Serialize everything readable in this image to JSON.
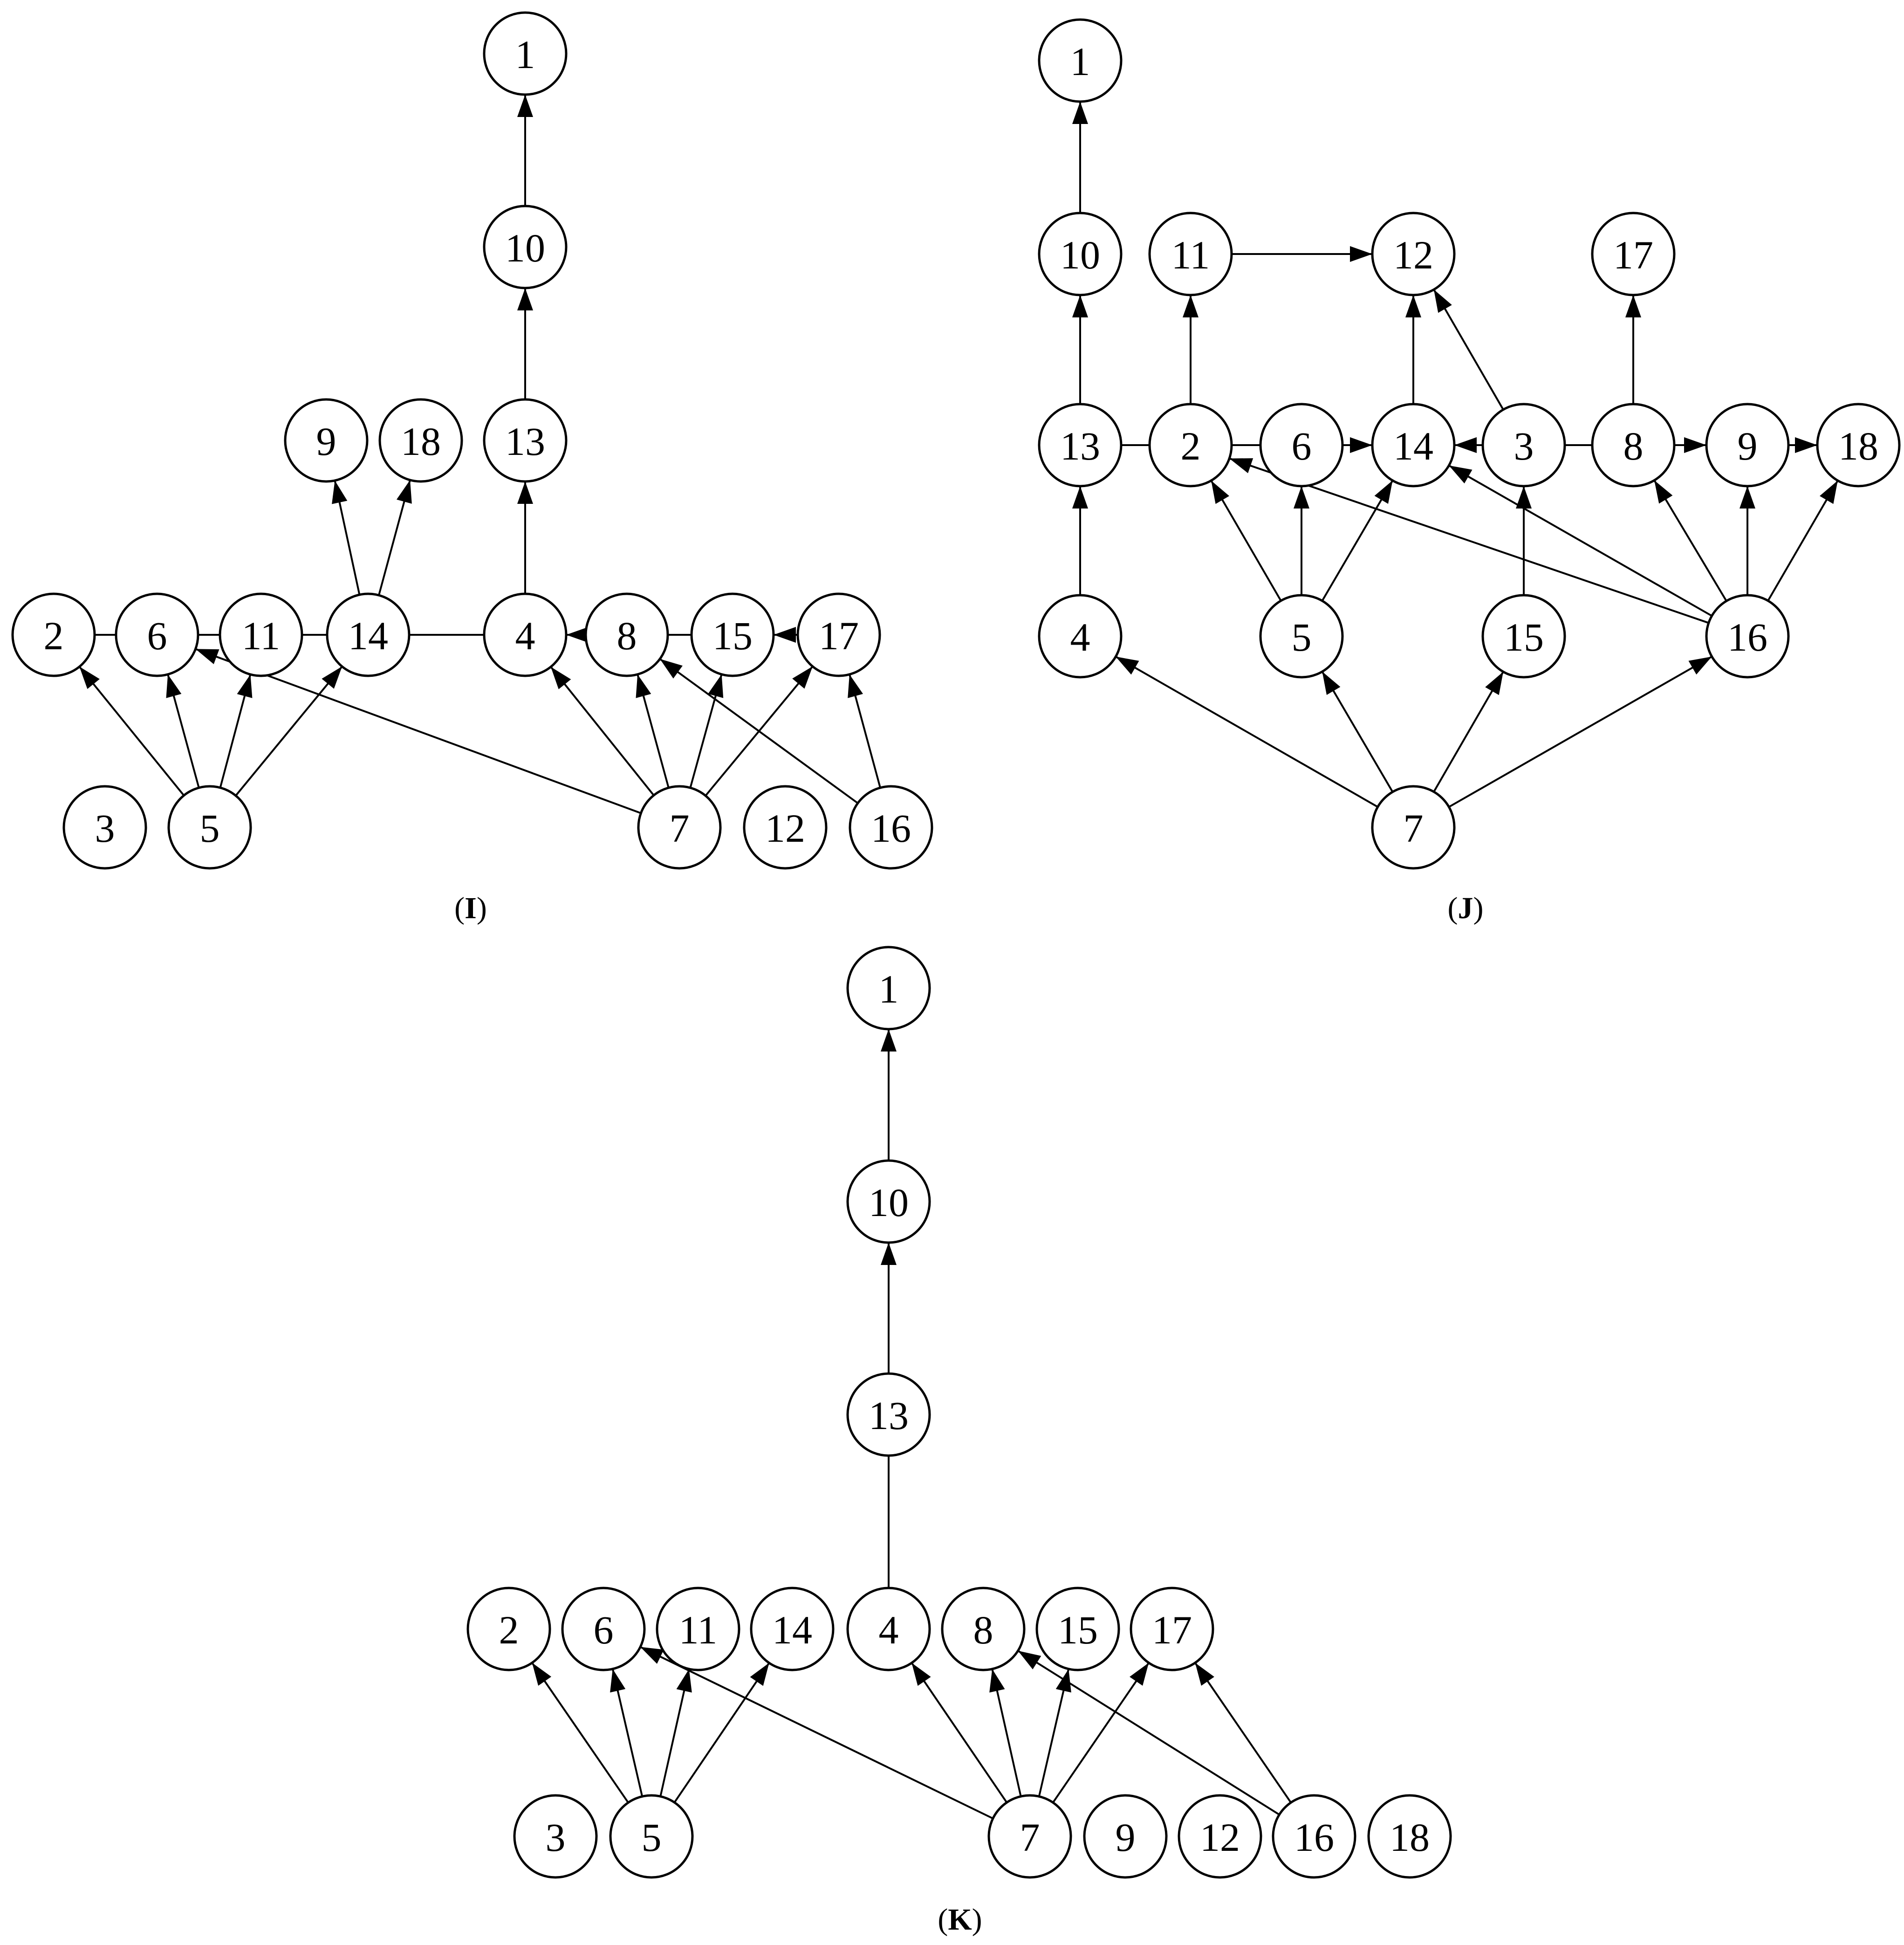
{
  "panels": [
    {
      "id": "I",
      "caption": {
        "open": "(",
        "letter": "I",
        "close": ")"
      },
      "nodes": [
        {
          "id": "1",
          "label": "1"
        },
        {
          "id": "10",
          "label": "10"
        },
        {
          "id": "13",
          "label": "13"
        },
        {
          "id": "9",
          "label": "9"
        },
        {
          "id": "18",
          "label": "18"
        },
        {
          "id": "2",
          "label": "2"
        },
        {
          "id": "6",
          "label": "6"
        },
        {
          "id": "11",
          "label": "11"
        },
        {
          "id": "14",
          "label": "14"
        },
        {
          "id": "4",
          "label": "4"
        },
        {
          "id": "8",
          "label": "8"
        },
        {
          "id": "15",
          "label": "15"
        },
        {
          "id": "17",
          "label": "17"
        },
        {
          "id": "3",
          "label": "3"
        },
        {
          "id": "5",
          "label": "5"
        },
        {
          "id": "7",
          "label": "7"
        },
        {
          "id": "12",
          "label": "12"
        },
        {
          "id": "16",
          "label": "16"
        }
      ],
      "edges": [
        {
          "from": "10",
          "to": "1",
          "directed": true
        },
        {
          "from": "13",
          "to": "10",
          "directed": true
        },
        {
          "from": "4",
          "to": "13",
          "directed": true
        },
        {
          "from": "14",
          "to": "9",
          "directed": true
        },
        {
          "from": "14",
          "to": "18",
          "directed": true
        },
        {
          "from": "2",
          "to": "6",
          "directed": false
        },
        {
          "from": "6",
          "to": "11",
          "directed": false
        },
        {
          "from": "11",
          "to": "14",
          "directed": false
        },
        {
          "from": "14",
          "to": "4",
          "directed": false
        },
        {
          "from": "4",
          "to": "8",
          "directed": true,
          "reverse": true
        },
        {
          "from": "8",
          "to": "15",
          "directed": false
        },
        {
          "from": "15",
          "to": "17",
          "directed": true,
          "reverse": true
        },
        {
          "from": "5",
          "to": "2",
          "directed": true
        },
        {
          "from": "5",
          "to": "6",
          "directed": true
        },
        {
          "from": "5",
          "to": "11",
          "directed": true
        },
        {
          "from": "5",
          "to": "14",
          "directed": true
        },
        {
          "from": "7",
          "to": "6",
          "directed": true
        },
        {
          "from": "7",
          "to": "4",
          "directed": true
        },
        {
          "from": "7",
          "to": "8",
          "directed": true
        },
        {
          "from": "7",
          "to": "15",
          "directed": true
        },
        {
          "from": "7",
          "to": "17",
          "directed": true
        },
        {
          "from": "16",
          "to": "8",
          "directed": true
        },
        {
          "from": "16",
          "to": "17",
          "directed": true
        }
      ]
    },
    {
      "id": "J",
      "caption": {
        "open": "(",
        "letter": "J",
        "close": ")"
      },
      "nodes": [
        {
          "id": "1",
          "label": "1"
        },
        {
          "id": "10",
          "label": "10"
        },
        {
          "id": "11",
          "label": "11"
        },
        {
          "id": "12",
          "label": "12"
        },
        {
          "id": "17",
          "label": "17"
        },
        {
          "id": "13",
          "label": "13"
        },
        {
          "id": "2",
          "label": "2"
        },
        {
          "id": "6",
          "label": "6"
        },
        {
          "id": "14",
          "label": "14"
        },
        {
          "id": "3",
          "label": "3"
        },
        {
          "id": "8",
          "label": "8"
        },
        {
          "id": "9",
          "label": "9"
        },
        {
          "id": "18",
          "label": "18"
        },
        {
          "id": "4",
          "label": "4"
        },
        {
          "id": "5",
          "label": "5"
        },
        {
          "id": "15",
          "label": "15"
        },
        {
          "id": "16",
          "label": "16"
        },
        {
          "id": "7",
          "label": "7"
        }
      ],
      "edges": [
        {
          "from": "10",
          "to": "1",
          "directed": true
        },
        {
          "from": "13",
          "to": "10",
          "directed": true
        },
        {
          "from": "2",
          "to": "11",
          "directed": true
        },
        {
          "from": "11",
          "to": "12",
          "directed": true
        },
        {
          "from": "14",
          "to": "12",
          "directed": true
        },
        {
          "from": "3",
          "to": "12",
          "directed": true
        },
        {
          "from": "8",
          "to": "17",
          "directed": true
        },
        {
          "from": "13",
          "to": "2",
          "directed": false
        },
        {
          "from": "2",
          "to": "6",
          "directed": false
        },
        {
          "from": "6",
          "to": "14",
          "directed": true
        },
        {
          "from": "3",
          "to": "14",
          "directed": true
        },
        {
          "from": "3",
          "to": "8",
          "directed": false
        },
        {
          "from": "8",
          "to": "9",
          "directed": true
        },
        {
          "from": "9",
          "to": "18",
          "directed": true
        },
        {
          "from": "4",
          "to": "13",
          "directed": true
        },
        {
          "from": "5",
          "to": "2",
          "directed": true
        },
        {
          "from": "5",
          "to": "6",
          "directed": true
        },
        {
          "from": "5",
          "to": "14",
          "directed": true
        },
        {
          "from": "15",
          "to": "3",
          "directed": true
        },
        {
          "from": "16",
          "to": "2",
          "directed": true
        },
        {
          "from": "16",
          "to": "14",
          "directed": true
        },
        {
          "from": "16",
          "to": "8",
          "directed": true
        },
        {
          "from": "16",
          "to": "9",
          "directed": true
        },
        {
          "from": "16",
          "to": "18",
          "directed": true
        },
        {
          "from": "7",
          "to": "4",
          "directed": true
        },
        {
          "from": "7",
          "to": "5",
          "directed": true
        },
        {
          "from": "7",
          "to": "15",
          "directed": true
        },
        {
          "from": "7",
          "to": "16",
          "directed": true
        }
      ]
    },
    {
      "id": "K",
      "caption": {
        "open": "(",
        "letter": "K",
        "close": ")"
      },
      "nodes": [
        {
          "id": "1",
          "label": "1"
        },
        {
          "id": "10",
          "label": "10"
        },
        {
          "id": "13",
          "label": "13"
        },
        {
          "id": "2",
          "label": "2"
        },
        {
          "id": "6",
          "label": "6"
        },
        {
          "id": "11",
          "label": "11"
        },
        {
          "id": "14",
          "label": "14"
        },
        {
          "id": "4",
          "label": "4"
        },
        {
          "id": "8",
          "label": "8"
        },
        {
          "id": "15",
          "label": "15"
        },
        {
          "id": "17",
          "label": "17"
        },
        {
          "id": "3",
          "label": "3"
        },
        {
          "id": "5",
          "label": "5"
        },
        {
          "id": "7",
          "label": "7"
        },
        {
          "id": "9",
          "label": "9"
        },
        {
          "id": "12",
          "label": "12"
        },
        {
          "id": "16",
          "label": "16"
        },
        {
          "id": "18",
          "label": "18"
        }
      ],
      "edges": [
        {
          "from": "10",
          "to": "1",
          "directed": true
        },
        {
          "from": "13",
          "to": "10",
          "directed": true
        },
        {
          "from": "4",
          "to": "13",
          "directed": false
        },
        {
          "from": "5",
          "to": "2",
          "directed": true
        },
        {
          "from": "5",
          "to": "6",
          "directed": true
        },
        {
          "from": "5",
          "to": "11",
          "directed": true
        },
        {
          "from": "5",
          "to": "14",
          "directed": true
        },
        {
          "from": "7",
          "to": "6",
          "directed": true
        },
        {
          "from": "7",
          "to": "4",
          "directed": true
        },
        {
          "from": "7",
          "to": "8",
          "directed": true
        },
        {
          "from": "7",
          "to": "15",
          "directed": true
        },
        {
          "from": "7",
          "to": "17",
          "directed": true
        },
        {
          "from": "16",
          "to": "8",
          "directed": true
        },
        {
          "from": "16",
          "to": "17",
          "directed": true
        }
      ]
    }
  ]
}
